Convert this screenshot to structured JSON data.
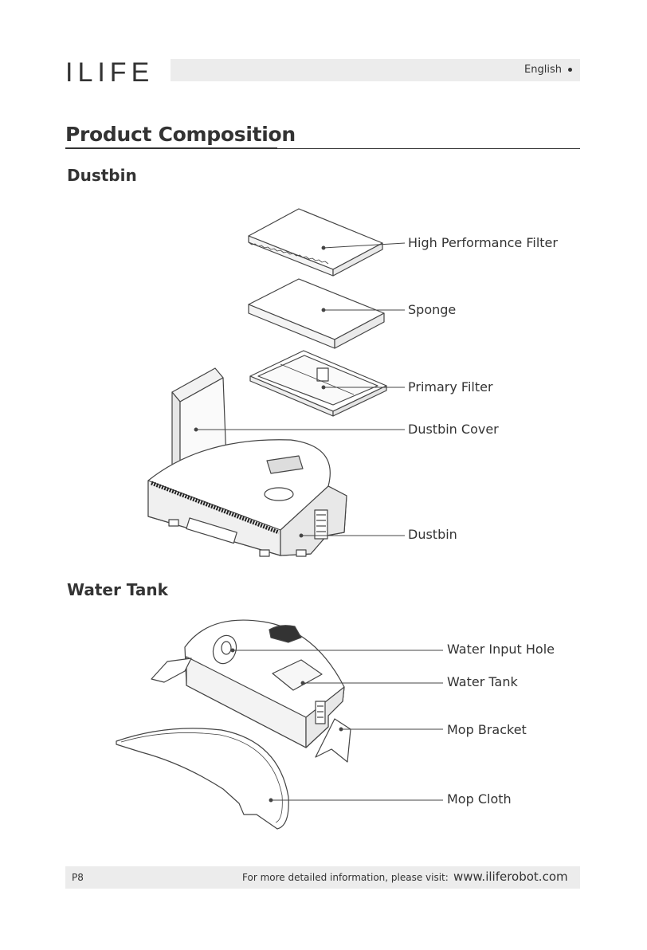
{
  "header": {
    "logo": "ILIFE",
    "language": "English"
  },
  "page": {
    "title": "Product Composition"
  },
  "dustbin": {
    "heading": "Dustbin",
    "labels": [
      "High Performance Filter",
      "Sponge",
      "Primary Filter",
      "Dustbin Cover",
      "Dustbin"
    ]
  },
  "water_tank": {
    "heading": "Water Tank",
    "labels": [
      "Water Input Hole",
      "Water Tank",
      "Mop Bracket",
      "Mop Cloth"
    ]
  },
  "footer": {
    "page_number": "P8",
    "info_text": "For more detailed information, please visit:",
    "url": "www.iliferobot.com"
  }
}
